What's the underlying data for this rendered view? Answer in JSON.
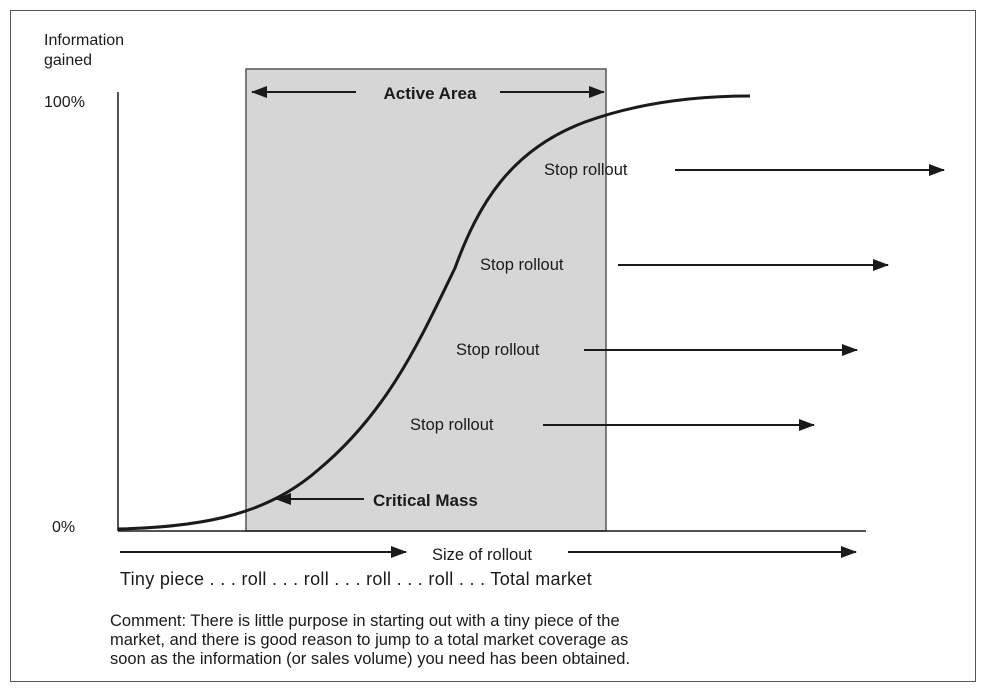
{
  "y_axis": {
    "title_lines": [
      "Information",
      "gained"
    ],
    "top_tick": "100%",
    "bottom_tick": "0%"
  },
  "active_area": {
    "label": "Active Area"
  },
  "stop_labels": [
    "Stop rollout",
    "Stop rollout",
    "Stop rollout",
    "Stop rollout"
  ],
  "critical_mass": {
    "label": "Critical Mass"
  },
  "x_axis": {
    "title": "Size of rollout",
    "scale": "Tiny piece . . . roll . . . roll . . . roll . . . roll . . . Total market"
  },
  "comment_lines": [
    "Comment:  There is little purpose in starting out with a tiny piece of the",
    "market, and there is good reason to jump to a total market coverage as",
    "soon as the information (or sales volume) you need has been obtained."
  ],
  "colors": {
    "active_area_fill": "#d6d6d6",
    "ink": "#1a1a1a"
  }
}
